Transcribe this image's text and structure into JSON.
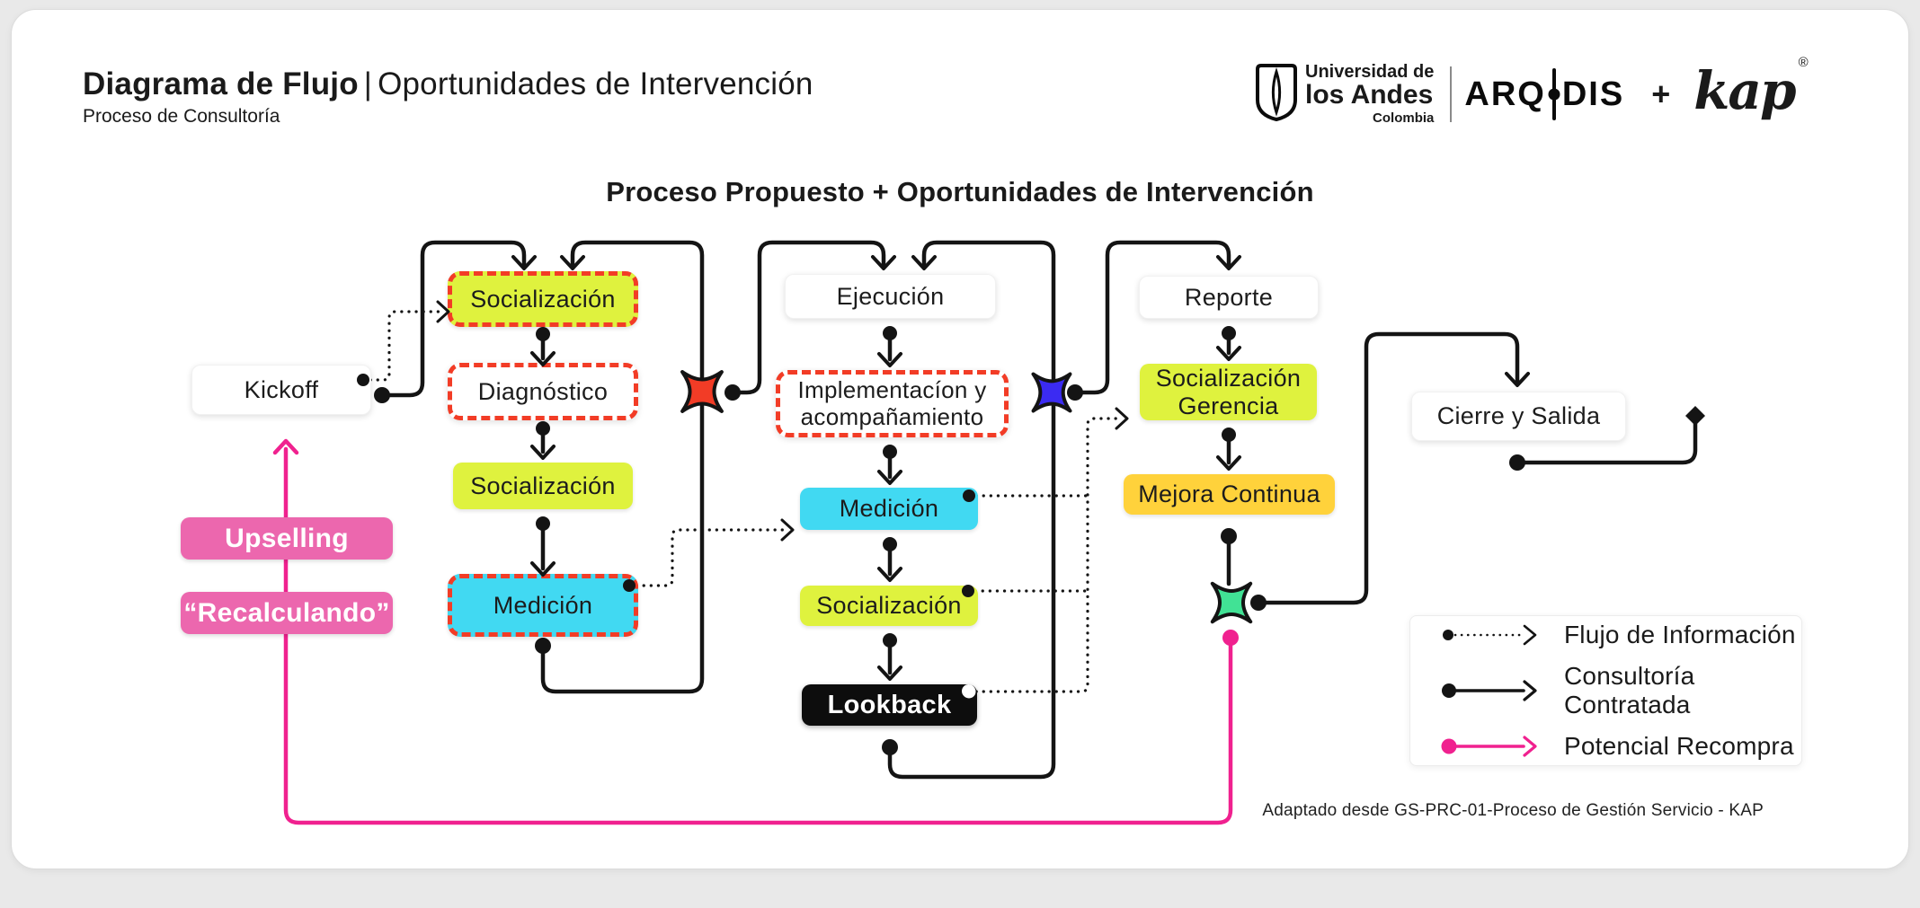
{
  "header": {
    "title_main": "Diagrama de Flujo",
    "title_divider": "|",
    "title_secondary": "Oportunidades de Intervención",
    "subtitle": "Proceso de Consultoría",
    "logos": {
      "uniandes": {
        "line1": "Universidad de",
        "line2": "los Andes",
        "line3": "Colombia"
      },
      "arqdis": {
        "left": "ARQ",
        "right": "DIS"
      },
      "plus": "+",
      "kap": {
        "text": "kap",
        "registered": "®"
      }
    }
  },
  "diagram": {
    "heading": "Proceso Propuesto + Oportunidades de Intervención",
    "nodes": {
      "kickoff": {
        "label": "Kickoff"
      },
      "socializacion_1": {
        "label": "Socialización"
      },
      "diagnostico": {
        "label": "Diagnóstico"
      },
      "socializacion_2": {
        "label": "Socialización"
      },
      "medicion_1": {
        "label": "Medición"
      },
      "upselling": {
        "label": "Upselling"
      },
      "recalculando": {
        "label": "“Recalculando”"
      },
      "ejecucion": {
        "label": "Ejecución"
      },
      "implementacion": {
        "label": "Implementacíon y acompañamiento"
      },
      "medicion_2": {
        "label": "Medición"
      },
      "socializacion_3": {
        "label": "Socialización"
      },
      "lookback": {
        "label": "Lookback"
      },
      "reporte": {
        "label": "Reporte"
      },
      "socializacion_gerencia": {
        "label": "Socialización Gerencia"
      },
      "mejora_continua": {
        "label": "Mejora Continua"
      },
      "cierre_salida": {
        "label": "Cierre y Salida"
      }
    }
  },
  "legend": {
    "items": [
      {
        "label": "Flujo de Información",
        "style": "dotted"
      },
      {
        "label": "Consultoría Contratada",
        "style": "solid"
      },
      {
        "label": "Potencial Recompra",
        "style": "pink"
      }
    ]
  },
  "footer": {
    "credit": "Adaptado desde GS-PRC-01-Proceso de Gestión Servicio - KAP"
  },
  "colors": {
    "ink": "#141414",
    "lime": "#dff23e",
    "cyan": "#41d9f2",
    "yellow": "#ffd23b",
    "pink_box": "#ec67ae",
    "pink_line": "#f0218f",
    "red_dash": "#f23c26",
    "star_red": "#f23c26",
    "star_blue": "#3b2bf2",
    "star_green": "#41e295"
  }
}
